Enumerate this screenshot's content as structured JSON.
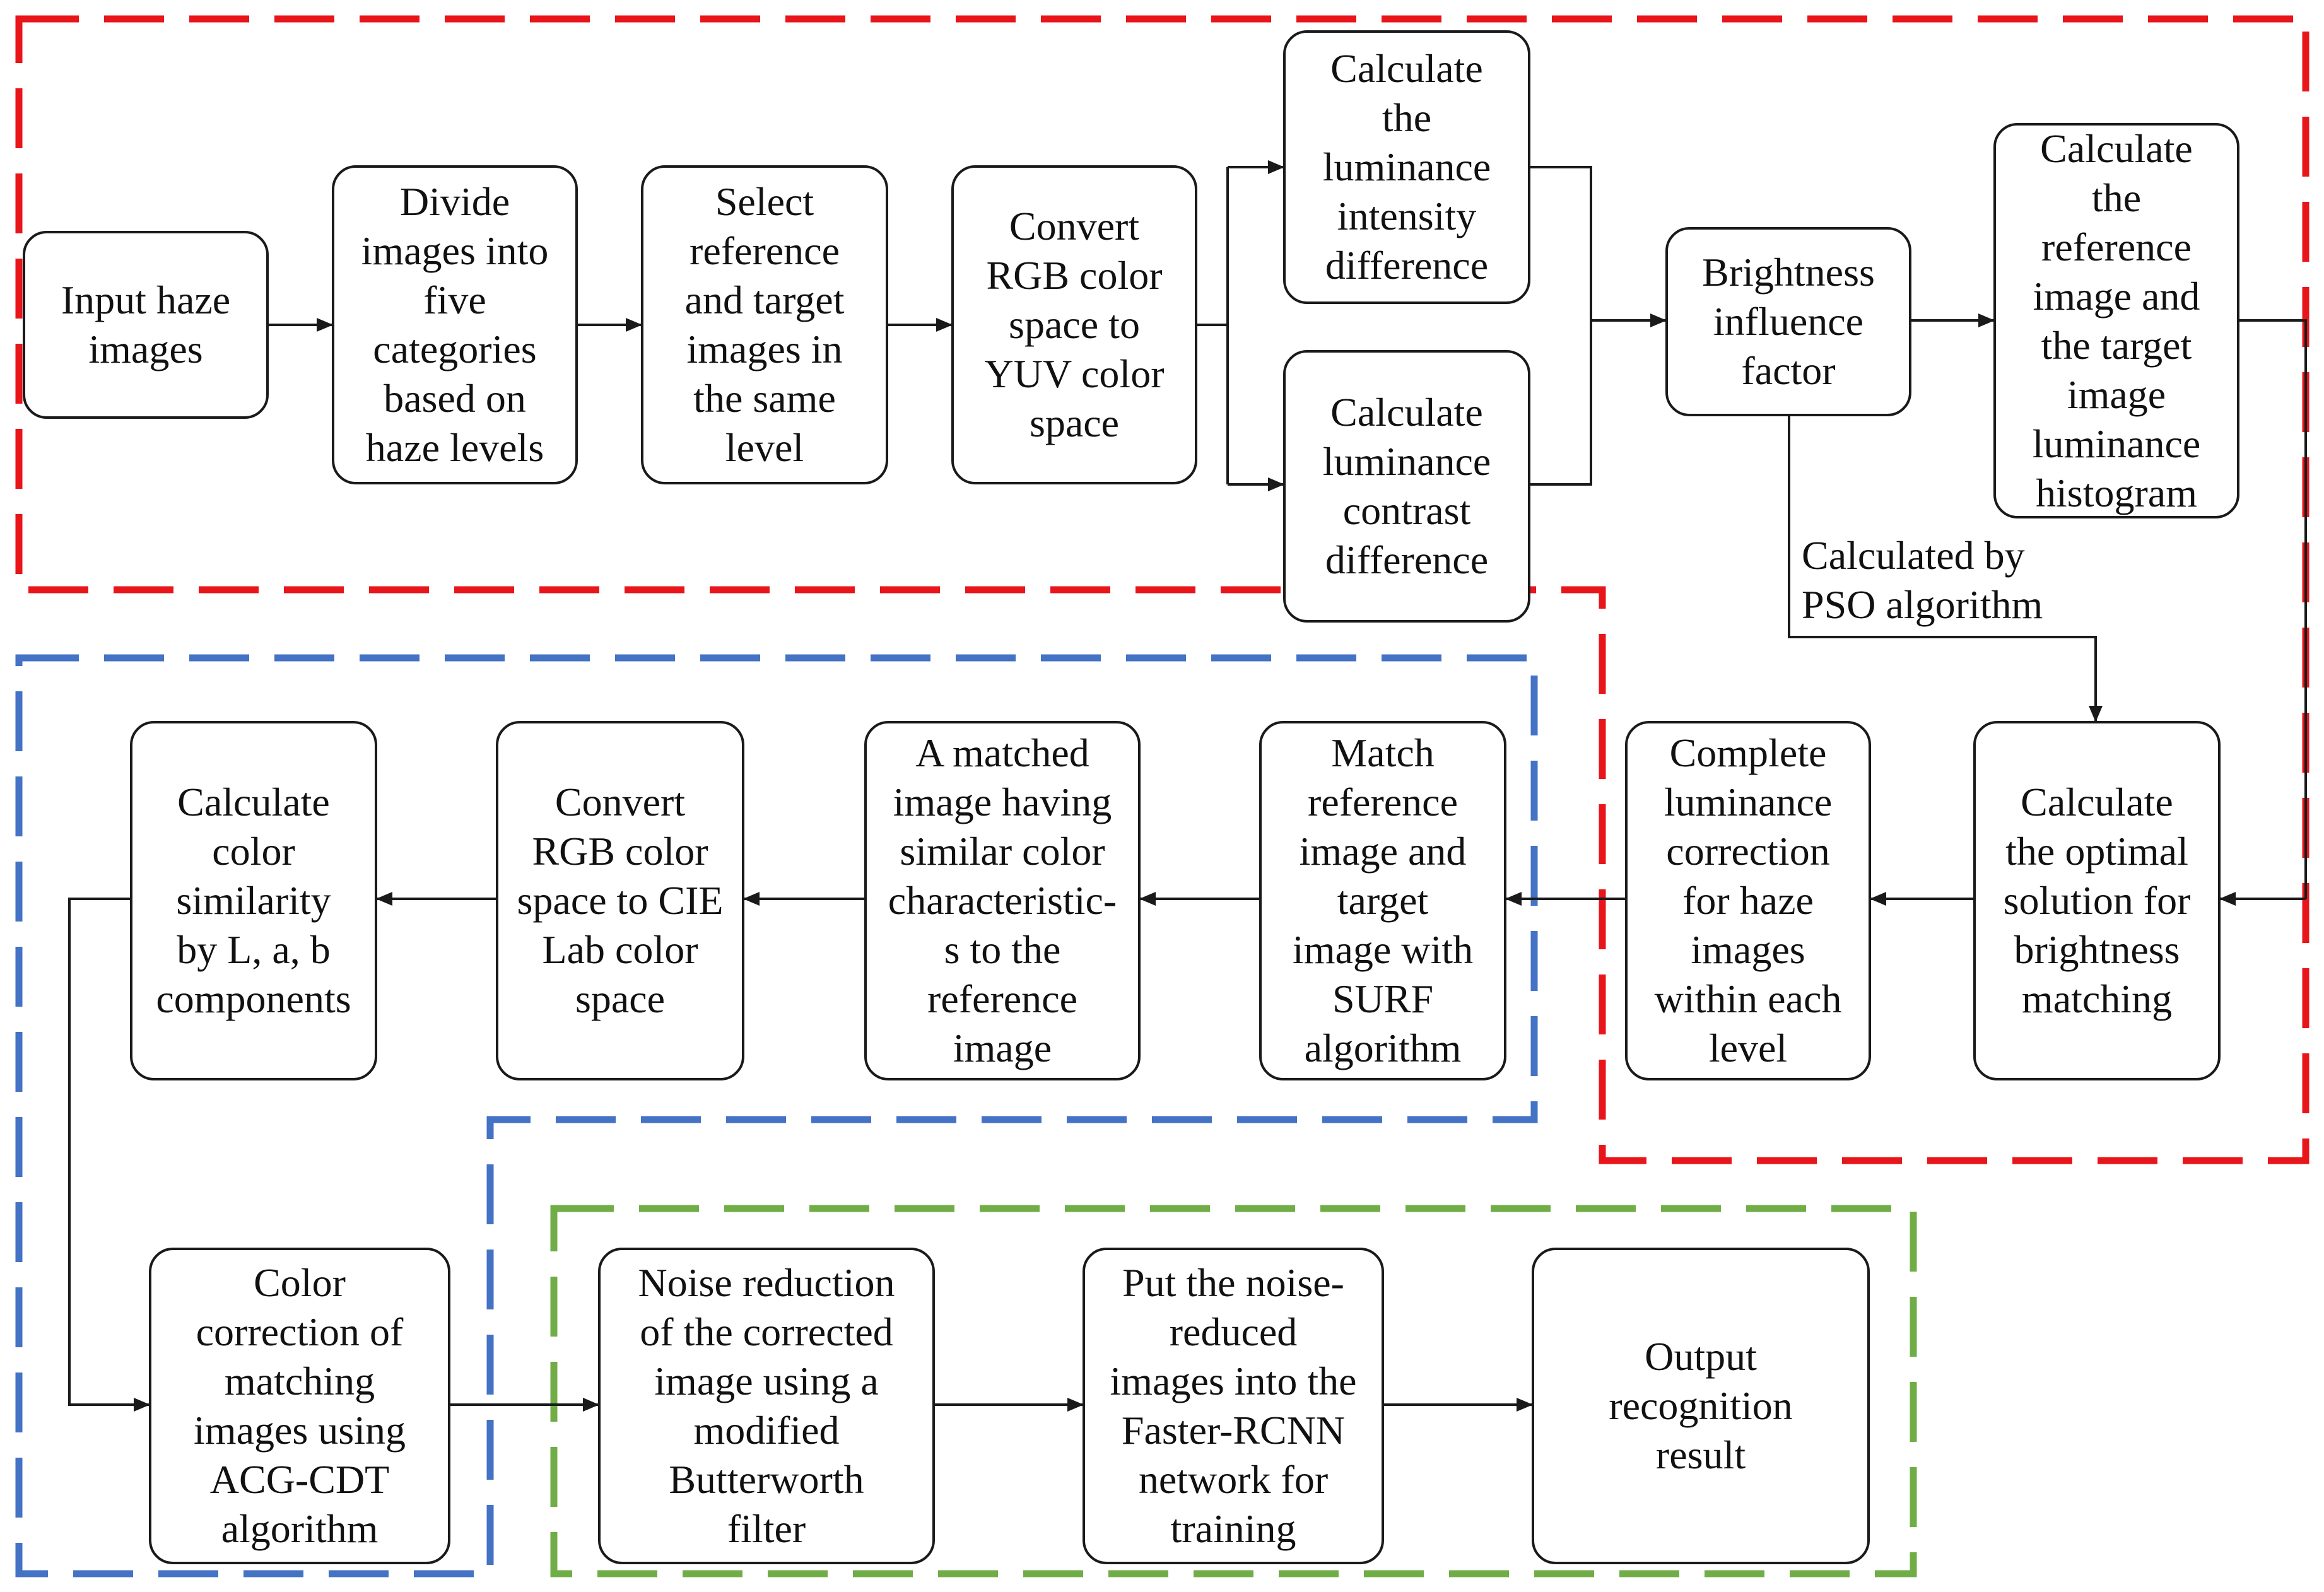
{
  "colors": {
    "red_region": "#e8151b",
    "blue_region": "#4472c4",
    "green_region": "#70ad47",
    "line": "#1a1a1a"
  },
  "boxes": {
    "input_haze": "Input haze\nimages",
    "divide": "Divide\nimages into\nfive\ncategories\nbased on\nhaze levels",
    "select_ref": "Select\nreference\nand target\nimages in\nthe same\nlevel",
    "convert_yuv": "Convert\nRGB color\nspace to\nYUV color\nspace",
    "calc_intensity": "Calculate\nthe\nluminance\nintensity\ndifference",
    "calc_contrast": "Calculate\nluminance\ncontrast\ndifference",
    "brightness_factor": "Brightness\ninfluence\nfactor",
    "calc_histogram": "Calculate\nthe\nreference\nimage and\nthe target\nimage\nluminance\nhistogram",
    "optimal_solution": "Calculate\nthe optimal\nsolution for\nbrightness\nmatching",
    "complete_correction": "Complete\nluminance\ncorrection\nfor haze\nimages\nwithin each\nlevel",
    "match_surf": "Match\nreference\nimage and\ntarget\nimage with\nSURF\nalgorithm",
    "matched_image": "A matched\nimage having\nsimilar color\ncharacteristic-\ns to the\nreference\nimage",
    "convert_lab": "Convert\nRGB color\nspace to CIE\nLab color\nspace",
    "color_similarity": "Calculate\ncolor\nsimilarity\nby L, a, b\ncomponents",
    "color_correction": "Color\ncorrection of\nmatching\nimages using\nACG-CDT\nalgorithm",
    "noise_reduction": "Noise reduction\nof the corrected\nimage using a\nmodified\nButterworth\nfilter",
    "faster_rcnn": "Put the noise-\nreduced\nimages into the\nFaster-RCNN\nnetwork for\ntraining",
    "output": "Output\nrecognition\nresult"
  },
  "annotations": {
    "pso": "Calculated by\nPSO algorithm"
  }
}
